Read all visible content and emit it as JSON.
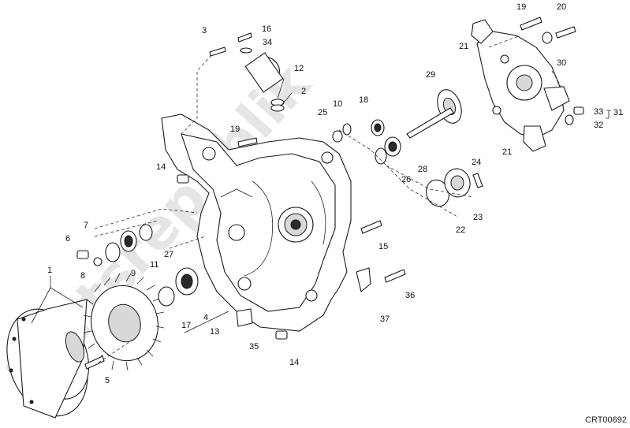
{
  "diagram": {
    "drawing_code": "CRT00692",
    "watermark": "Partsrepublik",
    "callouts": [
      "1",
      "2",
      "3",
      "4",
      "5",
      "6",
      "7",
      "8",
      "9",
      "10",
      "11",
      "12",
      "13",
      "14",
      "14",
      "15",
      "16",
      "17",
      "18",
      "19",
      "19",
      "20",
      "21",
      "21",
      "22",
      "23",
      "24",
      "25",
      "26",
      "27",
      "28",
      "29",
      "30",
      "31",
      "32",
      "33",
      "34",
      "35",
      "36",
      "37"
    ],
    "colors": {
      "line": "#1a1a1a",
      "watermark": "#d0d0d0",
      "background": "#ffffff"
    }
  }
}
